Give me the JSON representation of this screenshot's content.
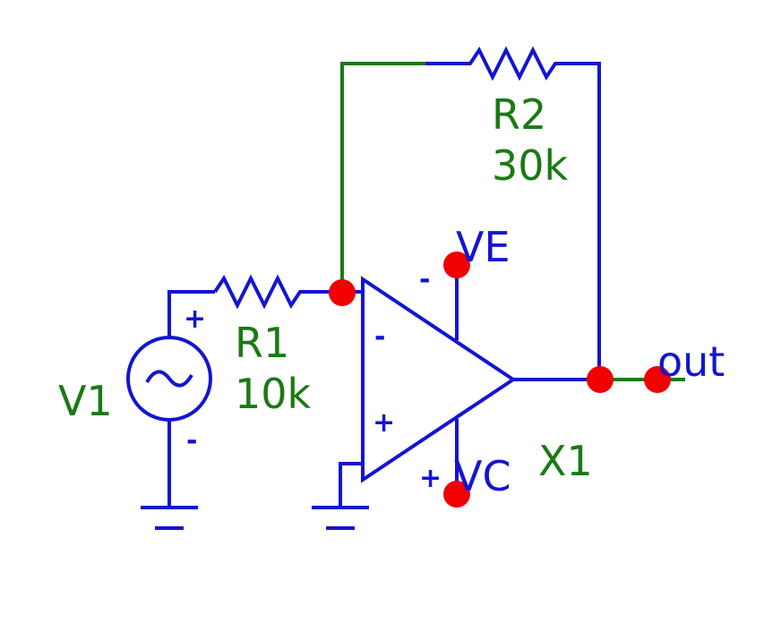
{
  "components": {
    "v1": {
      "name": "V1",
      "plus": "+",
      "minus": "-"
    },
    "r1": {
      "name": "R1",
      "value": "10k"
    },
    "r2": {
      "name": "R2",
      "value": "30k"
    },
    "x1": {
      "name": "X1",
      "inverting": "-",
      "non_inverting": "+"
    }
  },
  "nets": {
    "ve": {
      "label": "VE",
      "sign": "-"
    },
    "vc": {
      "label": "VC",
      "sign": "+"
    },
    "out": {
      "label": "out"
    }
  },
  "colors": {
    "wire": "#1414d2",
    "net": "#1a7a14",
    "node": "#f00000",
    "background": "#ffffff"
  }
}
